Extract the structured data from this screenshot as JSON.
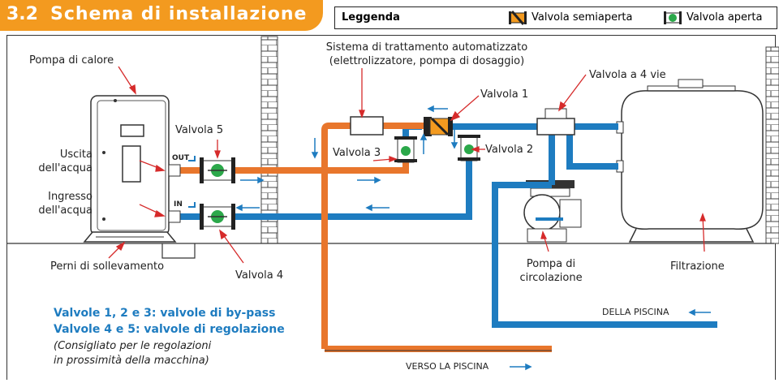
{
  "header": {
    "number": "3.2",
    "title": "Schema di installazione"
  },
  "legend": {
    "title": "Leggenda",
    "half_open": "Valvola semiaperta",
    "open": "Valvola aperta"
  },
  "labels": {
    "heat_pump": "Pompa di calore",
    "water_out_1": "Uscita",
    "water_out_2": "dell'acqua",
    "water_in_1": "Ingresso",
    "water_in_2": "dell'acqua",
    "lift_pins": "Perni di sollevamento",
    "valve5": "Valvola 5",
    "valve4": "Valvola 4",
    "valve3": "Valvola 3",
    "valve2": "Valvola 2",
    "valve1": "Valvola 1",
    "valve_4way": "Valvola a 4 vie",
    "treatment_1": "Sistema di trattamento automatizzato",
    "treatment_2": "(elettrolizzatore, pompa di dosaggio)",
    "pump_1": "Pompa di",
    "pump_2": "circolazione",
    "filtration": "Filtrazione",
    "from_pool": "DELLA PISCINA",
    "to_pool": "VERSO LA PISCINA",
    "out_tag": "OUT",
    "in_tag": "IN"
  },
  "notes": {
    "line1": "Valvole 1, 2 e 3: valvole di by-pass",
    "line2": "Valvole 4 e 5: valvole di regolazione",
    "line3": "(Consigliato per le regolazioni",
    "line4": " in prossimità della macchina)"
  },
  "colors": {
    "accent": "#F39A1F",
    "hot_pipe": "#E8762C",
    "cold_pipe": "#1E7CC0",
    "valve_green": "#2BA84A",
    "wall": "#444444"
  }
}
